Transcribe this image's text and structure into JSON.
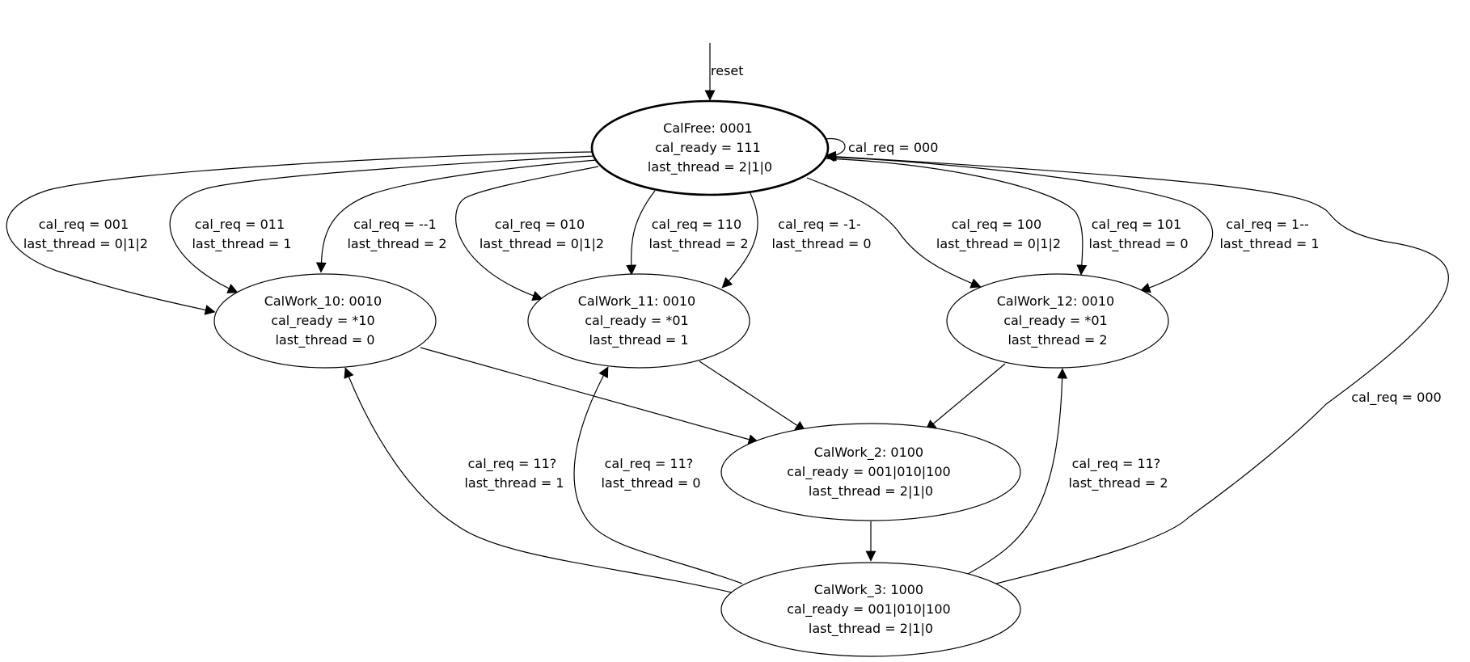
{
  "states": {
    "calfree": {
      "lines": [
        "CalFree: 0001",
        "cal_ready = 111",
        "last_thread = 2|1|0"
      ],
      "initial": true
    },
    "calwork_10": {
      "lines": [
        "CalWork_10: 0010",
        "cal_ready = *10",
        "last_thread = 0"
      ]
    },
    "calwork_11": {
      "lines": [
        "CalWork_11: 0010",
        "cal_ready = *01",
        "last_thread = 1"
      ]
    },
    "calwork_12": {
      "lines": [
        "CalWork_12: 0010",
        "cal_ready = *01",
        "last_thread = 2"
      ]
    },
    "calwork_2": {
      "lines": [
        "CalWork_2: 0100",
        "cal_ready = 001|010|100",
        "last_thread = 2|1|0"
      ]
    },
    "calwork_3": {
      "lines": [
        "CalWork_3: 1000",
        "cal_ready = 001|010|100",
        "last_thread = 2|1|0"
      ]
    }
  },
  "transitions": {
    "reset": {
      "from": "",
      "to": "calfree",
      "label": [
        "reset"
      ]
    },
    "free_self": {
      "from": "calfree",
      "to": "calfree",
      "label": [
        "cal_req = 000"
      ]
    },
    "free_10_a": {
      "from": "calfree",
      "to": "calwork_10",
      "label": [
        "cal_req = 001",
        "last_thread = 0|1|2"
      ]
    },
    "free_10_b": {
      "from": "calfree",
      "to": "calwork_10",
      "label": [
        "cal_req = 011",
        "last_thread = 1"
      ]
    },
    "free_10_c": {
      "from": "calfree",
      "to": "calwork_10",
      "label": [
        "cal_req = --1",
        "last_thread = 2"
      ]
    },
    "free_11_a": {
      "from": "calfree",
      "to": "calwork_11",
      "label": [
        "cal_req = 010",
        "last_thread = 0|1|2"
      ]
    },
    "free_11_b": {
      "from": "calfree",
      "to": "calwork_11",
      "label": [
        "cal_req = 110",
        "last_thread = 2"
      ]
    },
    "free_11_c": {
      "from": "calfree",
      "to": "calwork_11",
      "label": [
        "cal_req = -1-",
        "last_thread = 0"
      ]
    },
    "free_12_a": {
      "from": "calfree",
      "to": "calwork_12",
      "label": [
        "cal_req = 100",
        "last_thread = 0|1|2"
      ]
    },
    "free_12_b": {
      "from": "calfree",
      "to": "calwork_12",
      "label": [
        "cal_req = 101",
        "last_thread = 0"
      ]
    },
    "free_12_c": {
      "from": "calfree",
      "to": "calwork_12",
      "label": [
        "cal_req = 1--",
        "last_thread = 1"
      ]
    },
    "w10_to_w2": {
      "from": "calwork_10",
      "to": "calwork_2",
      "label": []
    },
    "w11_to_w2": {
      "from": "calwork_11",
      "to": "calwork_2",
      "label": []
    },
    "w12_to_w2": {
      "from": "calwork_12",
      "to": "calwork_2",
      "label": []
    },
    "w2_to_w3": {
      "from": "calwork_2",
      "to": "calwork_3",
      "label": []
    },
    "w3_to_w10": {
      "from": "calwork_3",
      "to": "calwork_10",
      "label": [
        "cal_req = 11?",
        "last_thread = 1"
      ]
    },
    "w3_to_w11": {
      "from": "calwork_3",
      "to": "calwork_11",
      "label": [
        "cal_req = 11?",
        "last_thread = 0"
      ]
    },
    "w3_to_w12": {
      "from": "calwork_3",
      "to": "calwork_12",
      "label": [
        "cal_req = 11?",
        "last_thread = 2"
      ]
    },
    "w3_to_free": {
      "from": "calwork_3",
      "to": "calfree",
      "label": [
        "cal_req = 000"
      ]
    }
  }
}
